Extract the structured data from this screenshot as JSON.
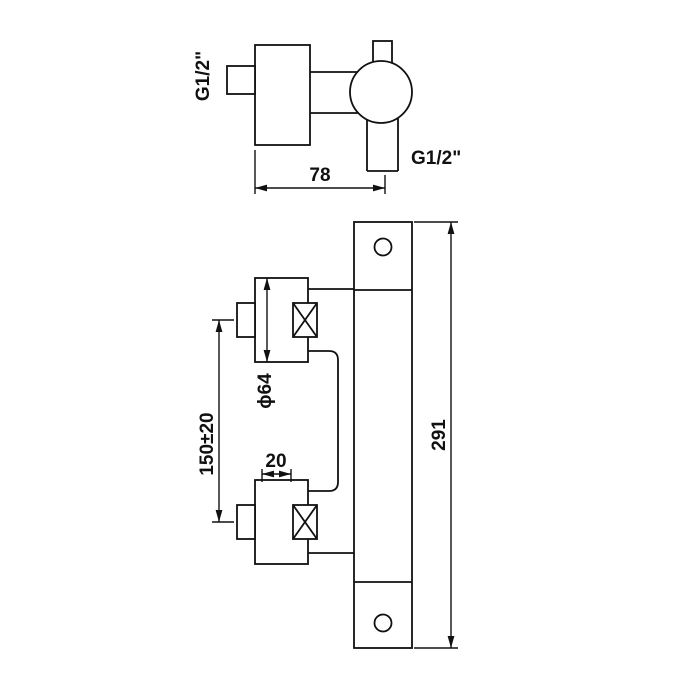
{
  "drawing": {
    "title": "thermostatic-shower-mixer-dimension-drawing",
    "colors": {
      "line": "#111111",
      "background": "#ffffff"
    },
    "labels": {
      "side_inlet_thread": "G1/2\"",
      "side_outlet_thread": "G1/2\"",
      "depth_dim": "78",
      "overall_height_dim": "291",
      "valve_centers_dim": "150±20",
      "knob_diameter_dim": "ϕ64",
      "body_width_dim": "20"
    }
  }
}
